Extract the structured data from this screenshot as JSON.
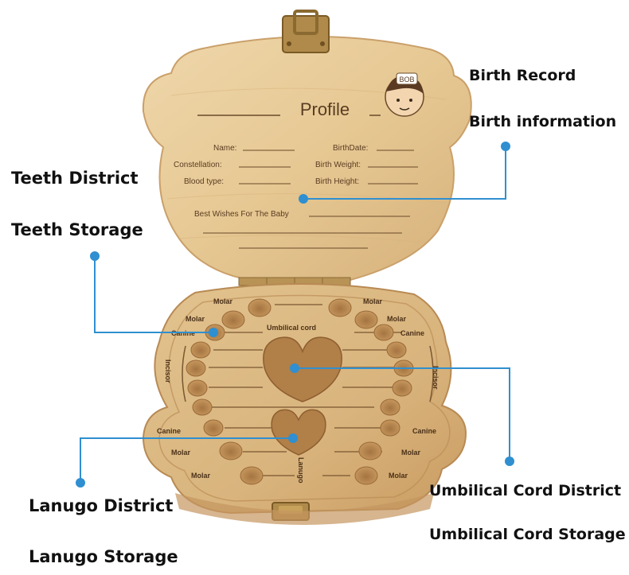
{
  "callouts": {
    "birth_record": "Birth Record",
    "birth_information": "Birth information",
    "teeth_district": "Teeth District",
    "teeth_storage": "Teeth Storage",
    "lanugo_district": "Lanugo District",
    "lanugo_storage": "Lanugo Storage",
    "umbilical_cord_district": "Umbilical Cord District",
    "umbilical_cord_storage": "Umbilical Cord Storage"
  },
  "lid": {
    "title": "Profile",
    "badge": "BOB",
    "fields": {
      "name": "Name:",
      "birth_date": "BirthDate:",
      "constellation": "Constellation:",
      "birth_weight": "Birth Weight:",
      "blood_type": "Blood type:",
      "birth_height": "Birth Height:",
      "best_wishes": "Best Wishes For The Baby"
    }
  },
  "tray": {
    "molar": "Molar",
    "canine": "Canine",
    "incisor": "Incisor",
    "umbilical_cord": "Umbilical cord",
    "lanugo": "Lanugo"
  },
  "colors": {
    "wood_light": "#e9cf9f",
    "wood_mid": "#d7b37a",
    "wood_dark": "#a97a45",
    "engraving": "#6a4a2a",
    "callout_line": "#2f8fd0",
    "brass": "#b08a4a"
  }
}
